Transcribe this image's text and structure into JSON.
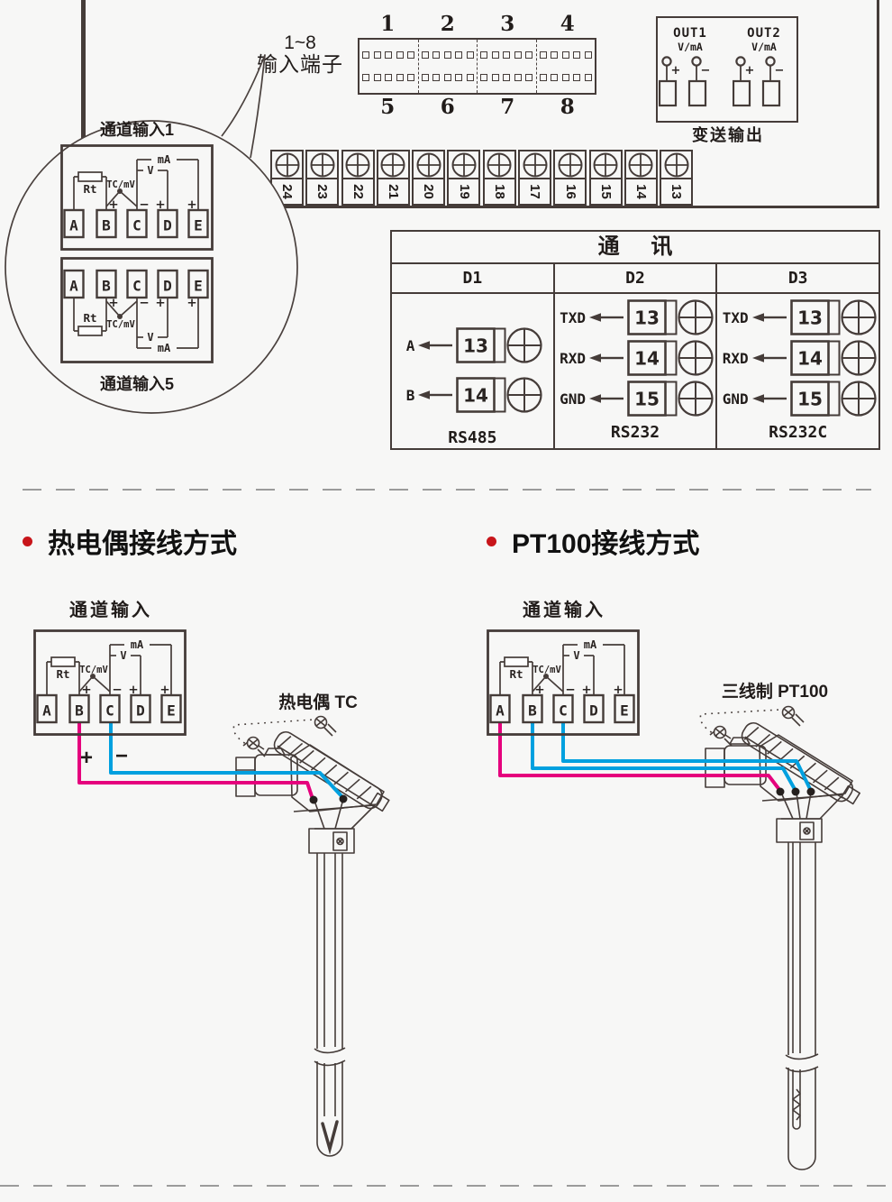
{
  "colors": {
    "line": "#453c39",
    "wire_pink": "#e5007d",
    "wire_blue": "#00a0df",
    "bullet_red": "#c8151a",
    "background": "#f7f7f6",
    "divider": "#9b9b9b"
  },
  "panel": {
    "input_connector": {
      "label_line1": "1~8",
      "label_line2": "输入端子",
      "top_numbers": [
        "1",
        "2",
        "3",
        "4"
      ],
      "bottom_numbers": [
        "5",
        "6",
        "7",
        "8"
      ]
    },
    "output_box": {
      "channels": [
        {
          "name": "OUT1",
          "type": "V/mA"
        },
        {
          "name": "OUT2",
          "type": "V/mA"
        }
      ],
      "plus": "+",
      "minus": "−",
      "caption": "变送输出"
    },
    "terminal_strip": [
      "24",
      "23",
      "22",
      "21",
      "20",
      "19",
      "18",
      "17",
      "16",
      "15",
      "14",
      "13"
    ]
  },
  "balloon": {
    "top_label": "通道输入1",
    "bottom_label": "通道输入5"
  },
  "channel_box": {
    "terminals": [
      "A",
      "B",
      "C",
      "D",
      "E"
    ],
    "rt_label": "Rt",
    "tc_label": "TC/mV",
    "v_label": "V",
    "ma_label": "mA",
    "plus": "+",
    "minus": "−"
  },
  "comm": {
    "title": "通 讯",
    "columns": [
      {
        "header": "D1",
        "standard": "RS485",
        "rows": [
          {
            "signal": "A",
            "terminal": "13"
          },
          {
            "signal": "B",
            "terminal": "14"
          }
        ]
      },
      {
        "header": "D2",
        "standard": "RS232",
        "rows": [
          {
            "signal": "TXD",
            "terminal": "13"
          },
          {
            "signal": "RXD",
            "terminal": "14"
          },
          {
            "signal": "GND",
            "terminal": "15"
          }
        ]
      },
      {
        "header": "D3",
        "standard": "RS232C",
        "rows": [
          {
            "signal": "TXD",
            "terminal": "13"
          },
          {
            "signal": "RXD",
            "terminal": "14"
          },
          {
            "signal": "GND",
            "terminal": "15"
          }
        ]
      }
    ]
  },
  "sections": {
    "tc": {
      "heading": "热电偶接线方式",
      "channel_title": "通道输入",
      "sensor_label": "热电偶 TC",
      "wire_plus": "+",
      "wire_minus": "−"
    },
    "pt100": {
      "heading": "PT100接线方式",
      "channel_title": "通道输入",
      "sensor_label": "三线制 PT100"
    }
  }
}
